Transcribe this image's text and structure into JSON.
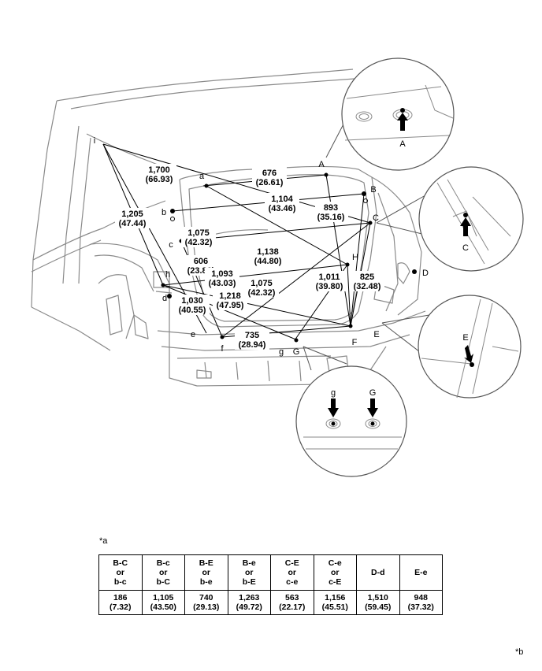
{
  "points": {
    "i": "i",
    "a": "a",
    "A": "A",
    "B": "B",
    "b": "b",
    "C": "C",
    "c": "c",
    "h": "h",
    "d": "d",
    "D": "D",
    "H": "H",
    "e": "e",
    "f": "f",
    "g": "g",
    "G": "G",
    "F": "F",
    "E": "E"
  },
  "dimensions": {
    "i_C": {
      "mm": "1,700",
      "in": "(66.93)"
    },
    "a_A": {
      "mm": "676",
      "in": "(26.61)"
    },
    "b_B": {
      "mm": "1,104",
      "in": "(43.46)"
    },
    "A_F": {
      "mm": "893",
      "in": "(35.16)"
    },
    "i_e": {
      "mm": "1,205",
      "in": "(47.44)"
    },
    "c_C": {
      "mm": "1,075",
      "in": "(42.32)"
    },
    "a_H": {
      "mm": "1,138",
      "in": "(44.80)"
    },
    "c_f": {
      "mm": "606",
      "in": "(23.86)"
    },
    "h_H": {
      "mm": "1,093",
      "in": "(43.03)"
    },
    "C_f": {
      "mm": "1,075",
      "in": "(42.32)"
    },
    "H_g": {
      "mm": "1,011",
      "in": "(39.80)"
    },
    "B_F": {
      "mm": "825",
      "in": "(32.48)"
    },
    "h_F": {
      "mm": "1,218",
      "in": "(47.95)"
    },
    "h_G": {
      "mm": "1,030",
      "in": "(40.55)"
    },
    "f_F": {
      "mm": "735",
      "in": "(28.94)"
    }
  },
  "notes": {
    "a": "*a",
    "b": "*b"
  },
  "table": {
    "headers": [
      [
        "B-C",
        "or",
        "b-c"
      ],
      [
        "B-c",
        "or",
        "b-C"
      ],
      [
        "B-E",
        "or",
        "b-e"
      ],
      [
        "B-e",
        "or",
        "b-E"
      ],
      [
        "C-E",
        "or",
        "c-e"
      ],
      [
        "C-e",
        "or",
        "c-E"
      ],
      [
        "D-d"
      ],
      [
        "E-e"
      ]
    ],
    "values": [
      [
        "186",
        "(7.32)"
      ],
      [
        "1,105",
        "(43.50)"
      ],
      [
        "740",
        "(29.13)"
      ],
      [
        "1,263",
        "(49.72)"
      ],
      [
        "563",
        "(22.17)"
      ],
      [
        "1,156",
        "(45.51)"
      ],
      [
        "1,510",
        "(59.45)"
      ],
      [
        "948",
        "(37.32)"
      ]
    ]
  }
}
